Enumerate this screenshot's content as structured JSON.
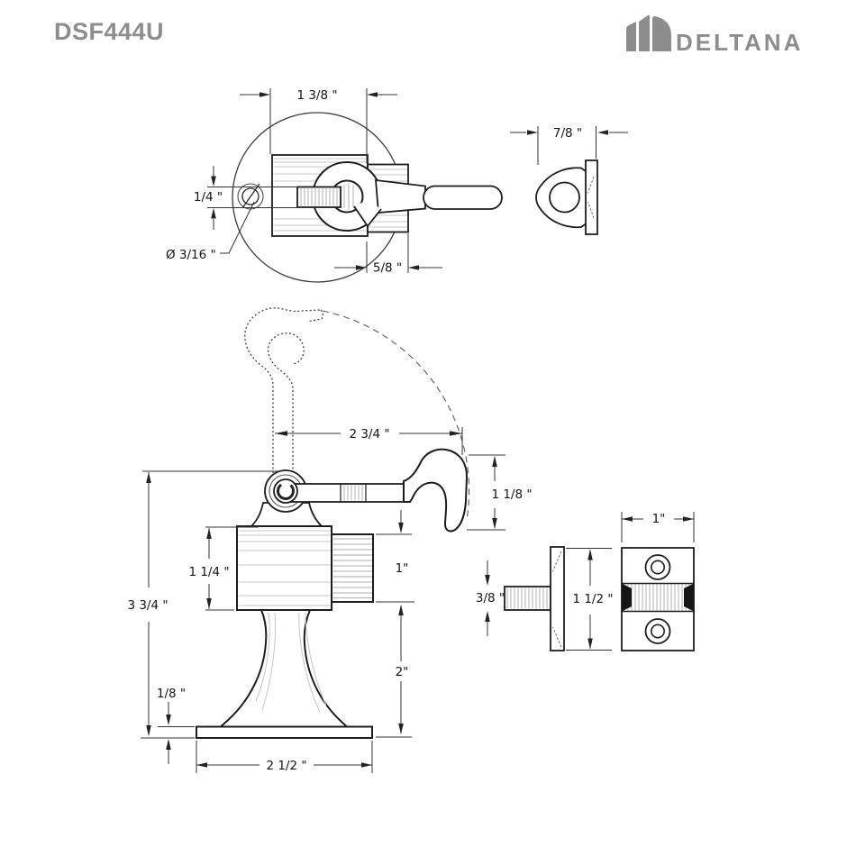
{
  "header": {
    "product_code": "DSF444U",
    "brand": "DELTANA"
  },
  "dimensions": {
    "top_view": {
      "body_width": "1 3/8 \"",
      "pin_thickness": "1/4 \"",
      "screw_hole_diameter": "Ø 3/16 \"",
      "bumper_depth": "5/8 \""
    },
    "eye_side_view": {
      "depth": "7/8 \""
    },
    "front_view": {
      "hook_reach": "2 3/4 \"",
      "hook_height": "1 1/8 \"",
      "head_height": "1 1/4 \"",
      "bumper_height": "1\"",
      "overall_height": "3 3/4 \"",
      "stem_height": "2\"",
      "base_thickness": "1/8 \"",
      "base_width": "2 1/2 \""
    },
    "catch_side_view": {
      "peg_depth": "3/8 \"",
      "plate_height": "1 1/2 \""
    },
    "catch_front_view": {
      "plate_width": "1\""
    }
  }
}
